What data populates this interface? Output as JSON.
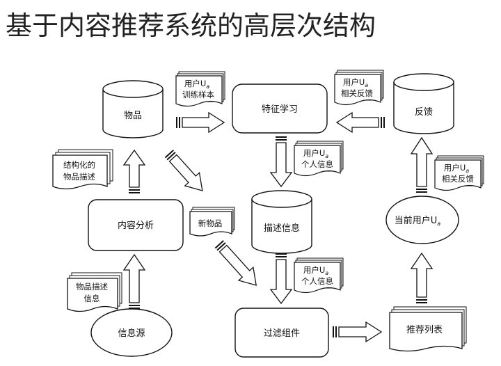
{
  "title": "基于内容推荐系统的高层次结构",
  "nodes": {
    "items_db": "物品",
    "feature_learning": "特征学习",
    "feedback_db": "反馈",
    "content_analysis": "内容分析",
    "description_db": "描述信息",
    "current_user": "当前用户U",
    "info_source": "信息源",
    "filter_component": "过滤组件",
    "recommendation_list": "推荐列表"
  },
  "documents": {
    "training_sample": [
      "用户U",
      "训练样本"
    ],
    "related_feedback_top": [
      "用户U",
      "相关反馈"
    ],
    "structured_description": [
      "结构化的",
      "物品描述"
    ],
    "personal_info_top": [
      "用户U",
      "个人信息"
    ],
    "related_feedback_side": [
      "用户U",
      "相关反馈"
    ],
    "new_items": [
      "新物品"
    ],
    "personal_info_bottom": [
      "用户U",
      "个人信息"
    ],
    "item_description_info": [
      "物品描述",
      "信息"
    ]
  },
  "subscript": "a",
  "colors": {
    "stroke": "#111111",
    "fill": "#ffffff",
    "title": "#222222"
  }
}
